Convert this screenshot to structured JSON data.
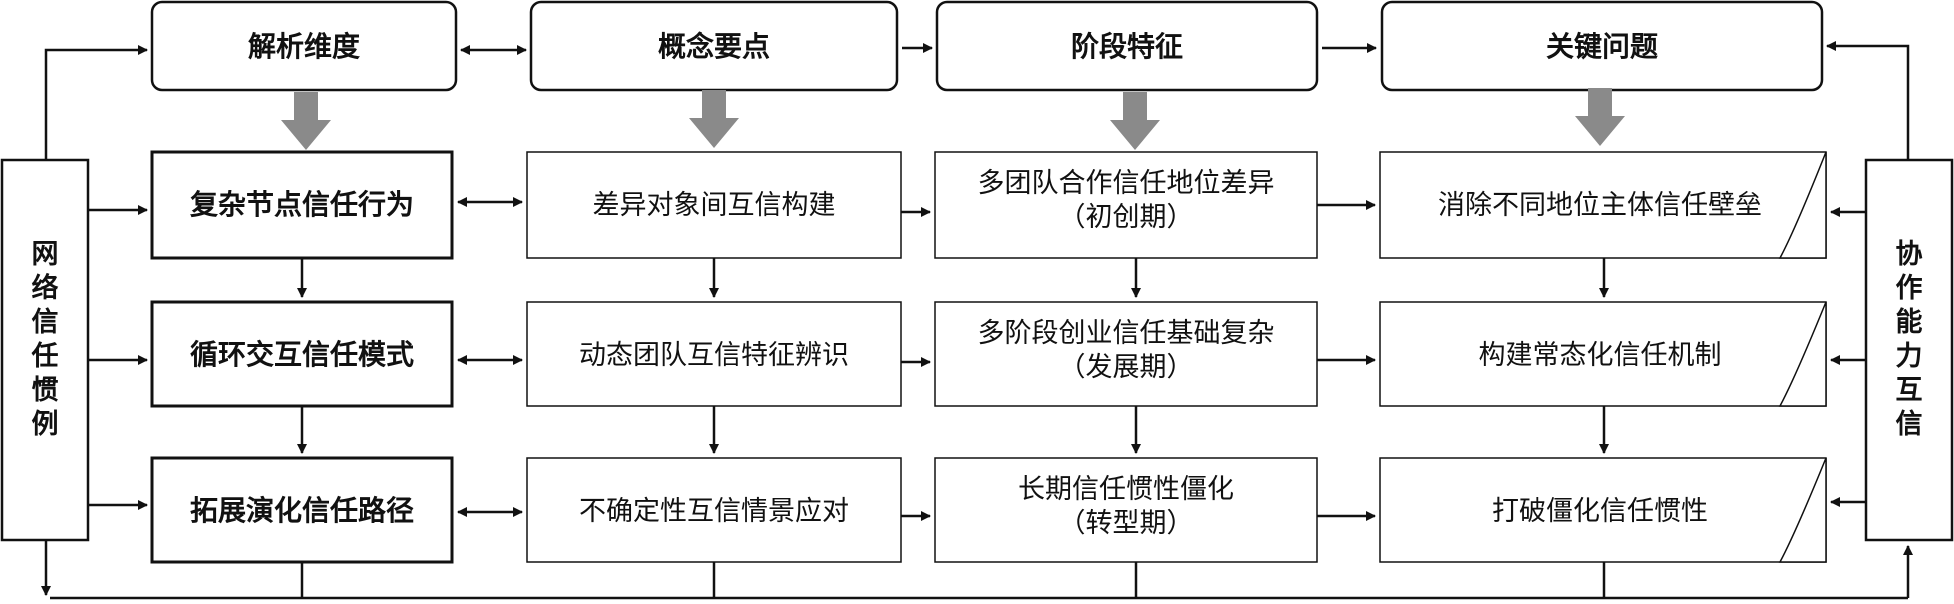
{
  "headers": [
    "解析维度",
    "概念要点",
    "阶段特征",
    "关键问题"
  ],
  "left_side_label": "网络信任惯例",
  "right_side_label": "协作能力互信",
  "rows": [
    {
      "dimension": "复杂节点信任行为",
      "concept": "差异对象间互信构建",
      "stage": [
        "多团队合作信任地位差异",
        "（初创期）"
      ],
      "issue": "消除不同地位主体信任壁垒"
    },
    {
      "dimension": "循环交互信任模式",
      "concept": "动态团队互信特征辨识",
      "stage": [
        "多阶段创业信任基础复杂",
        "（发展期）"
      ],
      "issue": "构建常态化信任机制"
    },
    {
      "dimension": "拓展演化信任路径",
      "concept": "不确定性互信情景应对",
      "stage": [
        "长期信任惯性僵化",
        "（转型期）"
      ],
      "issue": "打破僵化信任惯性"
    }
  ]
}
